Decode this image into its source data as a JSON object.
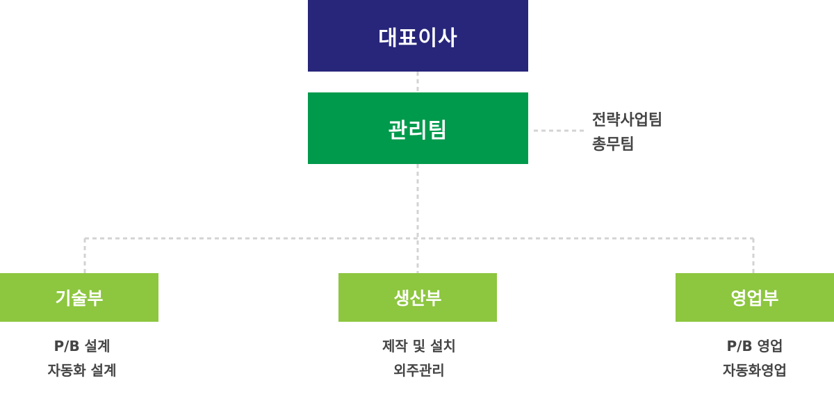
{
  "ceo": {
    "label": "대표이사"
  },
  "management": {
    "label": "관리팀",
    "side_teams": [
      "전략사업팀",
      "총무팀"
    ]
  },
  "departments": [
    {
      "label": "기술부",
      "items": [
        "P/B 설계",
        "자동화 설계"
      ]
    },
    {
      "label": "생산부",
      "items": [
        "제작 및 설치",
        "외주관리"
      ]
    },
    {
      "label": "영업부",
      "items": [
        "P/B 영업",
        "자동화영업"
      ]
    }
  ],
  "colors": {
    "ceo_box": "#27267a",
    "management_box": "#009a4c",
    "department_box": "#8dc63f",
    "connector": "#d3d3d3",
    "list_text": "#444444"
  }
}
